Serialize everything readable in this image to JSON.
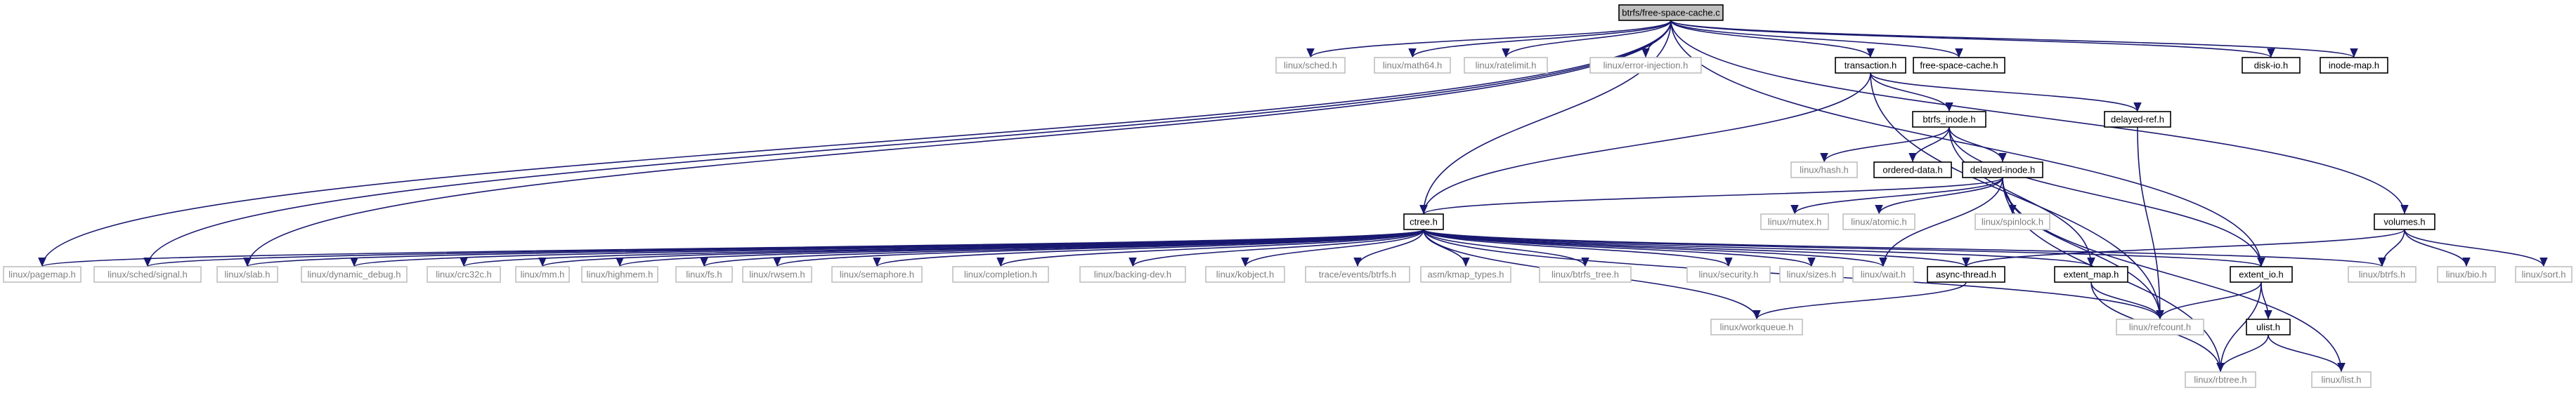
{
  "graph": {
    "colors": {
      "edge": "#191970",
      "root_fill": "#bfbfbf",
      "root_border": "#000000",
      "documented_border": "#000000",
      "external_border": "#bfbfbf",
      "external_text": "#7f7f7f",
      "documented_text": "#000000"
    },
    "nodes": [
      {
        "id": "root",
        "label": "btrfs/free-space-cache.c",
        "kind": "root"
      },
      {
        "id": "sched",
        "label": "linux/sched.h",
        "kind": "external"
      },
      {
        "id": "math64",
        "label": "linux/math64.h",
        "kind": "external"
      },
      {
        "id": "ratelimit",
        "label": "linux/ratelimit.h",
        "kind": "external"
      },
      {
        "id": "errinj",
        "label": "linux/error-injection.h",
        "kind": "external"
      },
      {
        "id": "transaction",
        "label": "transaction.h",
        "kind": "documented"
      },
      {
        "id": "fscache",
        "label": "free-space-cache.h",
        "kind": "documented"
      },
      {
        "id": "diskio",
        "label": "disk-io.h",
        "kind": "documented"
      },
      {
        "id": "inodemap",
        "label": "inode-map.h",
        "kind": "documented"
      },
      {
        "id": "volumes",
        "label": "volumes.h",
        "kind": "documented"
      },
      {
        "id": "btrfs_inode",
        "label": "btrfs_inode.h",
        "kind": "documented"
      },
      {
        "id": "delayedref",
        "label": "delayed-ref.h",
        "kind": "documented"
      },
      {
        "id": "hash",
        "label": "linux/hash.h",
        "kind": "external"
      },
      {
        "id": "ordereddata",
        "label": "ordered-data.h",
        "kind": "documented"
      },
      {
        "id": "delayedinode",
        "label": "delayed-inode.h",
        "kind": "documented"
      },
      {
        "id": "mutex",
        "label": "linux/mutex.h",
        "kind": "external"
      },
      {
        "id": "atomic",
        "label": "linux/atomic.h",
        "kind": "external"
      },
      {
        "id": "spinlock",
        "label": "linux/spinlock.h",
        "kind": "external"
      },
      {
        "id": "ctree",
        "label": "ctree.h",
        "kind": "documented"
      },
      {
        "id": "pagemap",
        "label": "linux/pagemap.h",
        "kind": "external"
      },
      {
        "id": "schedsignal",
        "label": "linux/sched/signal.h",
        "kind": "external"
      },
      {
        "id": "slab",
        "label": "linux/slab.h",
        "kind": "external"
      },
      {
        "id": "dyndebug",
        "label": "linux/dynamic_debug.h",
        "kind": "external"
      },
      {
        "id": "crc32c",
        "label": "linux/crc32c.h",
        "kind": "external"
      },
      {
        "id": "mm",
        "label": "linux/mm.h",
        "kind": "external"
      },
      {
        "id": "highmem",
        "label": "linux/highmem.h",
        "kind": "external"
      },
      {
        "id": "fs",
        "label": "linux/fs.h",
        "kind": "external"
      },
      {
        "id": "rwsem",
        "label": "linux/rwsem.h",
        "kind": "external"
      },
      {
        "id": "semaphore",
        "label": "linux/semaphore.h",
        "kind": "external"
      },
      {
        "id": "completion",
        "label": "linux/completion.h",
        "kind": "external"
      },
      {
        "id": "backingdev",
        "label": "linux/backing-dev.h",
        "kind": "external"
      },
      {
        "id": "kobject",
        "label": "linux/kobject.h",
        "kind": "external"
      },
      {
        "id": "trace",
        "label": "trace/events/btrfs.h",
        "kind": "external"
      },
      {
        "id": "kmaptypes",
        "label": "asm/kmap_types.h",
        "kind": "external"
      },
      {
        "id": "btrfstree",
        "label": "linux/btrfs_tree.h",
        "kind": "external"
      },
      {
        "id": "security",
        "label": "linux/security.h",
        "kind": "external"
      },
      {
        "id": "sizes",
        "label": "linux/sizes.h",
        "kind": "external"
      },
      {
        "id": "wait",
        "label": "linux/wait.h",
        "kind": "external"
      },
      {
        "id": "asyncthread",
        "label": "async-thread.h",
        "kind": "documented"
      },
      {
        "id": "extentmap",
        "label": "extent_map.h",
        "kind": "documented"
      },
      {
        "id": "extentio",
        "label": "extent_io.h",
        "kind": "documented"
      },
      {
        "id": "linuxbtrfs",
        "label": "linux/btrfs.h",
        "kind": "external"
      },
      {
        "id": "bio",
        "label": "linux/bio.h",
        "kind": "external"
      },
      {
        "id": "sort",
        "label": "linux/sort.h",
        "kind": "external"
      },
      {
        "id": "workqueue",
        "label": "linux/workqueue.h",
        "kind": "external"
      },
      {
        "id": "refcount",
        "label": "linux/refcount.h",
        "kind": "external"
      },
      {
        "id": "ulist",
        "label": "ulist.h",
        "kind": "documented"
      },
      {
        "id": "rbtree",
        "label": "linux/rbtree.h",
        "kind": "external"
      },
      {
        "id": "list",
        "label": "linux/list.h",
        "kind": "external"
      }
    ],
    "edges": [
      [
        "root",
        "sched"
      ],
      [
        "root",
        "math64"
      ],
      [
        "root",
        "ratelimit"
      ],
      [
        "root",
        "errinj"
      ],
      [
        "root",
        "transaction"
      ],
      [
        "root",
        "fscache"
      ],
      [
        "root",
        "diskio"
      ],
      [
        "root",
        "inodemap"
      ],
      [
        "root",
        "volumes"
      ],
      [
        "root",
        "ctree"
      ],
      [
        "root",
        "extentio"
      ],
      [
        "root",
        "pagemap"
      ],
      [
        "root",
        "schedsignal"
      ],
      [
        "root",
        "slab"
      ],
      [
        "transaction",
        "btrfs_inode"
      ],
      [
        "transaction",
        "delayedref"
      ],
      [
        "transaction",
        "ctree"
      ],
      [
        "transaction",
        "refcount"
      ],
      [
        "btrfs_inode",
        "hash"
      ],
      [
        "btrfs_inode",
        "ordereddata"
      ],
      [
        "btrfs_inode",
        "delayedinode"
      ],
      [
        "btrfs_inode",
        "extentmap"
      ],
      [
        "btrfs_inode",
        "extentio"
      ],
      [
        "delayedref",
        "refcount"
      ],
      [
        "delayedinode",
        "ctree"
      ],
      [
        "delayedinode",
        "mutex"
      ],
      [
        "delayedinode",
        "atomic"
      ],
      [
        "delayedinode",
        "spinlock"
      ],
      [
        "delayedinode",
        "wait"
      ],
      [
        "delayedinode",
        "rbtree"
      ],
      [
        "delayedinode",
        "list"
      ],
      [
        "delayedinode",
        "refcount"
      ],
      [
        "ctree",
        "pagemap"
      ],
      [
        "ctree",
        "schedsignal"
      ],
      [
        "ctree",
        "slab"
      ],
      [
        "ctree",
        "dyndebug"
      ],
      [
        "ctree",
        "crc32c"
      ],
      [
        "ctree",
        "mm"
      ],
      [
        "ctree",
        "highmem"
      ],
      [
        "ctree",
        "fs"
      ],
      [
        "ctree",
        "rwsem"
      ],
      [
        "ctree",
        "semaphore"
      ],
      [
        "ctree",
        "completion"
      ],
      [
        "ctree",
        "backingdev"
      ],
      [
        "ctree",
        "kobject"
      ],
      [
        "ctree",
        "trace"
      ],
      [
        "ctree",
        "kmaptypes"
      ],
      [
        "ctree",
        "btrfstree"
      ],
      [
        "ctree",
        "security"
      ],
      [
        "ctree",
        "sizes"
      ],
      [
        "ctree",
        "wait"
      ],
      [
        "ctree",
        "asyncthread"
      ],
      [
        "ctree",
        "extentmap"
      ],
      [
        "ctree",
        "extentio"
      ],
      [
        "ctree",
        "linuxbtrfs"
      ],
      [
        "ctree",
        "workqueue"
      ],
      [
        "ctree",
        "refcount"
      ],
      [
        "volumes",
        "asyncthread"
      ],
      [
        "volumes",
        "linuxbtrfs"
      ],
      [
        "volumes",
        "bio"
      ],
      [
        "volumes",
        "sort"
      ],
      [
        "asyncthread",
        "workqueue"
      ],
      [
        "extentmap",
        "refcount"
      ],
      [
        "extentmap",
        "rbtree"
      ],
      [
        "extentio",
        "refcount"
      ],
      [
        "extentio",
        "rbtree"
      ],
      [
        "extentio",
        "ulist"
      ],
      [
        "ulist",
        "rbtree"
      ],
      [
        "ulist",
        "list"
      ]
    ]
  }
}
